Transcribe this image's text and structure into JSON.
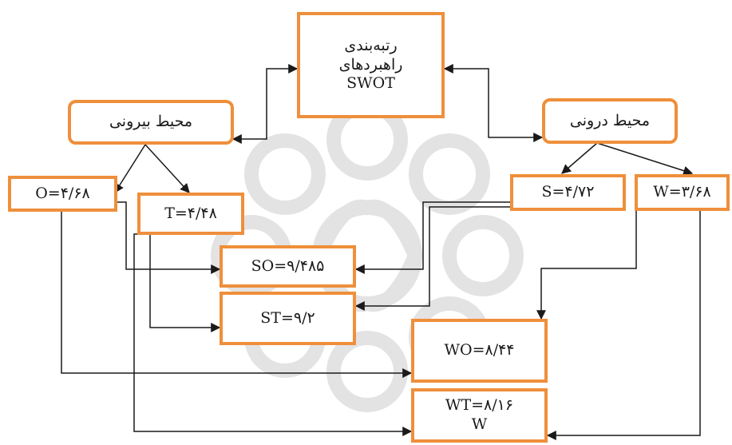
{
  "diagram": {
    "top": {
      "line1": "رتبه‌بندی",
      "line2": "راهبردهای",
      "line3": "SWOT"
    },
    "external": "محیط بیرونی",
    "internal": "محیط درونی",
    "o": "O=۴/۶۸",
    "t": "T=۴/۴۸",
    "s": "S=۴/۷۲",
    "w": "W=۳/۶۸",
    "so": "SO=۹/۴۸۵",
    "st": "ST=۹/۲",
    "wo": "WO=۸/۴۴",
    "wt": {
      "line1": "WT=۸/۱۶",
      "line2": "W"
    }
  },
  "colors": {
    "box_border": "#ef8f3b",
    "lines": "#1a1a1a",
    "watermark": "#dedede"
  }
}
